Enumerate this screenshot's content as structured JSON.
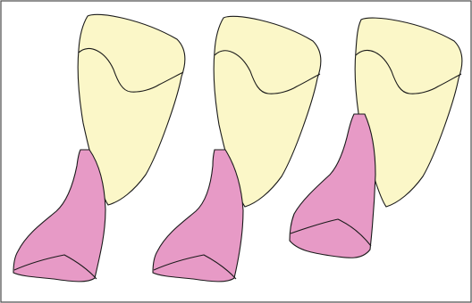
{
  "colors": {
    "background": "#ffffff",
    "frame_stroke": "#4a4a4a",
    "upper_tooth_fill": "#fbf7c8",
    "lower_tooth_fill": "#e79ac6",
    "outline": "#1a1a1a"
  },
  "diagram": {
    "groups": [
      {
        "upper": "upper-tooth",
        "lower": "lower-tooth"
      },
      {
        "upper": "upper-tooth",
        "lower": "lower-tooth"
      },
      {
        "upper": "upper-tooth",
        "lower": "lower-tooth"
      }
    ]
  }
}
